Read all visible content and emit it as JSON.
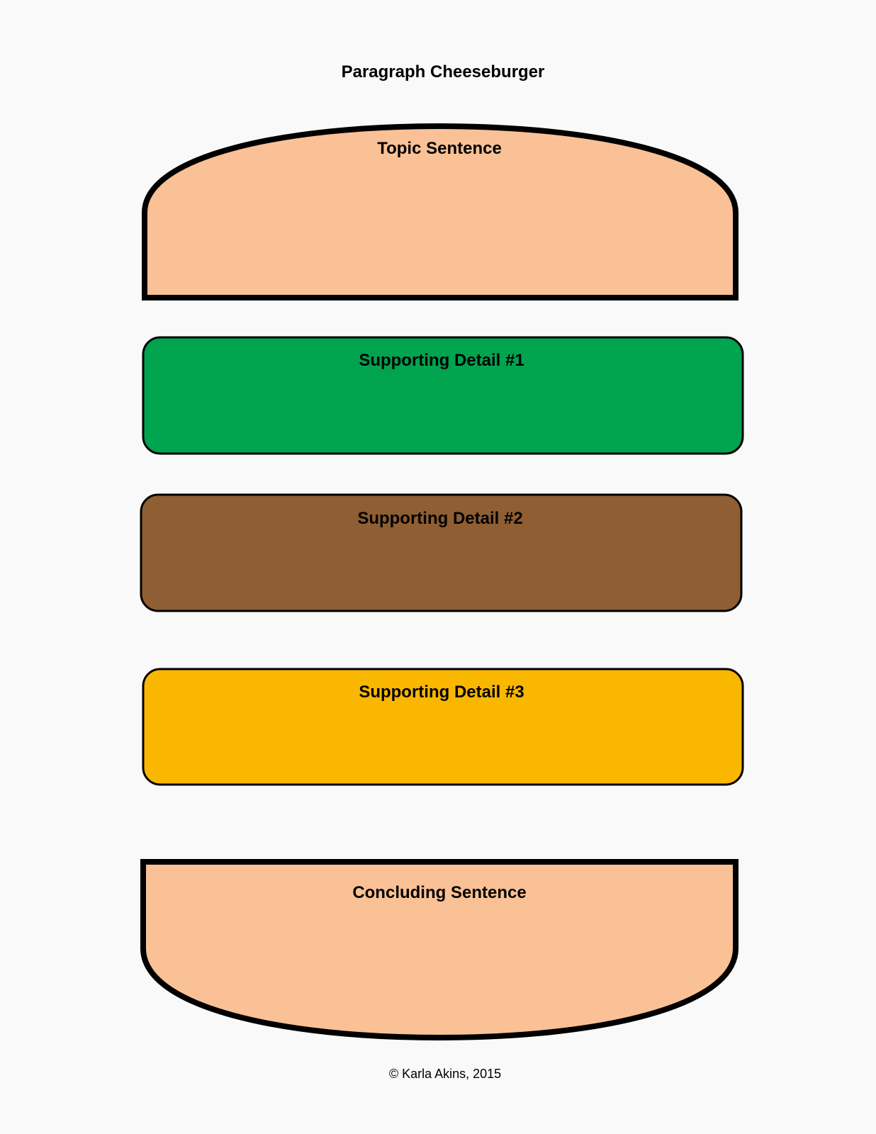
{
  "title": "Paragraph Cheeseburger",
  "layers": [
    {
      "id": "top-bun",
      "label": "Topic Sentence",
      "color": "#F9C195"
    },
    {
      "id": "lettuce",
      "label": "Supporting Detail #1",
      "color": "#00A44F"
    },
    {
      "id": "patty",
      "label": "Supporting Detail #2",
      "color": "#8F5E32"
    },
    {
      "id": "cheese",
      "label": "Supporting Detail #3",
      "color": "#FAB700"
    },
    {
      "id": "bottom-bun",
      "label": "Concluding Sentence",
      "color": "#F9C195"
    }
  ],
  "copyright": "© Karla Akins, 2015",
  "outline_color": "#000000"
}
